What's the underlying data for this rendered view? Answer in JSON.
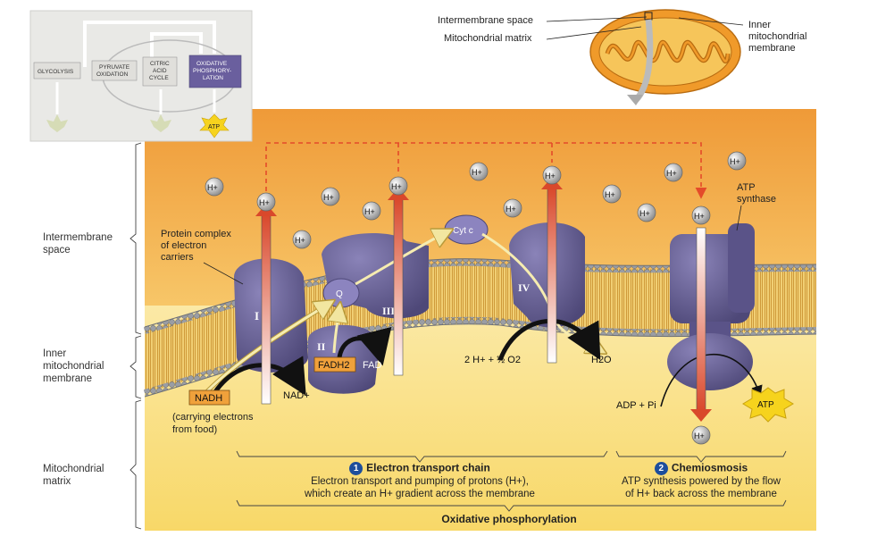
{
  "colors": {
    "inter_bg_top": "#f0a040",
    "inter_bg_bottom": "#f6c15e",
    "matrix_bg": "#f9de7c",
    "protein": "#6b6499",
    "protein_dark": "#4e4878",
    "membrane_head": "#8d9097",
    "membrane_tail": "#e3b257",
    "arrow_red": "#d9482b",
    "dash_red": "#e44b2a",
    "electron_flow": "#f2e6a0",
    "atp_star": "#f6d31d",
    "label_box": "#f0a13b",
    "mito_outer": "#f09a2a",
    "inset_bg": "#ececea",
    "oxphos_box": "#6a5f9e",
    "step_circle": "#1d4e9c"
  },
  "inset": {
    "glycolysis": "GLYCOLYSIS",
    "pyruvate_1": "PYRUVATE",
    "pyruvate_2": "OXIDATION",
    "citric_1": "CITRIC",
    "citric_2": "ACID",
    "citric_3": "CYCLE",
    "oxphos_1": "OXIDATIVE",
    "oxphos_2": "PHOSPHORY-",
    "oxphos_3": "LATION",
    "atp": "ATP"
  },
  "top_labels": {
    "intermembrane": "Intermembrane space",
    "matrix": "Mitochondrial matrix",
    "inner_1": "Inner",
    "inner_2": "mitochondrial",
    "inner_3": "membrane"
  },
  "side_labels": {
    "intermembrane_1": "Intermembrane",
    "intermembrane_2": "space",
    "inner_1": "Inner",
    "inner_2": "mitochondrial",
    "inner_3": "membrane",
    "matrix_1": "Mitochondrial",
    "matrix_2": "matrix"
  },
  "diagram": {
    "proton": "H+",
    "protein_complex_1": "Protein complex",
    "protein_complex_2": "of electron",
    "protein_complex_3": "carriers",
    "complex_i": "I",
    "complex_ii": "II",
    "complex_iii": "III",
    "complex_iv": "IV",
    "q": "Q",
    "cyt_c": "Cyt c",
    "nadh": "NADH",
    "nad_plus": "NAD+",
    "carrying_1": "(carrying electrons",
    "carrying_2": "from food)",
    "fadh2": "FADH2",
    "fad": "FAD",
    "oxygen_eq": "2 H+ + ½ O2",
    "water": "H2O",
    "atp_synthase_1": "ATP",
    "atp_synthase_2": "synthase",
    "adp_pi": "ADP + Pi",
    "atp": "ATP"
  },
  "bottom": {
    "step1_num": "1",
    "step1_title": "Electron transport chain",
    "step1_line1": "Electron transport and pumping of protons (H+),",
    "step1_line2": "which create an H+ gradient across the membrane",
    "step2_num": "2",
    "step2_title": "Chemiosmosis",
    "step2_line1": "ATP synthesis powered by the flow",
    "step2_line2": "of H+ back across the membrane",
    "oxphos": "Oxidative phosphorylation"
  }
}
